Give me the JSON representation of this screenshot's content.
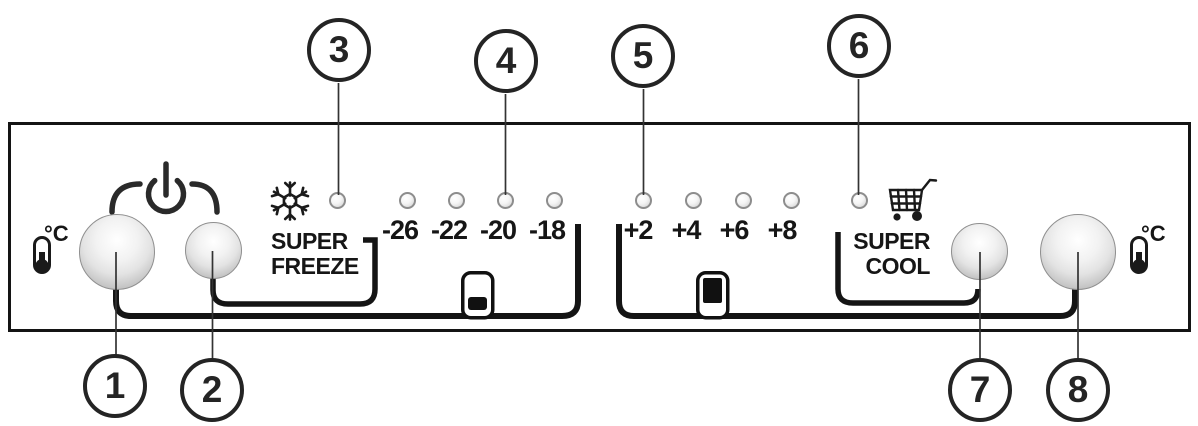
{
  "diagram_title": "fridge-freezer-control-panel",
  "colors": {
    "line": "#141414",
    "text": "#161616",
    "panel_bg": "#ffffff"
  },
  "callouts": {
    "labels": [
      "1",
      "2",
      "3",
      "4",
      "5",
      "6",
      "7",
      "8"
    ]
  },
  "panel": {
    "temp_unit": "°C",
    "freezer": {
      "super_line1": "SUPER",
      "super_line2": "FREEZE",
      "temps": [
        "-26",
        "-22",
        "-20",
        "-18"
      ]
    },
    "fridge": {
      "temps": [
        "+2",
        "+4",
        "+6",
        "+8"
      ],
      "super_line1": "SUPER",
      "super_line2": "COOL"
    },
    "icons": {
      "left": "thermometer-celsius",
      "power": "power-symbol",
      "freezer_badge": "snowflake",
      "freezer_compartment": "compartment-bottom-filled",
      "fridge_compartment": "compartment-top-filled",
      "fridge_badge": "shopping-cart",
      "right": "thermometer-celsius"
    }
  }
}
